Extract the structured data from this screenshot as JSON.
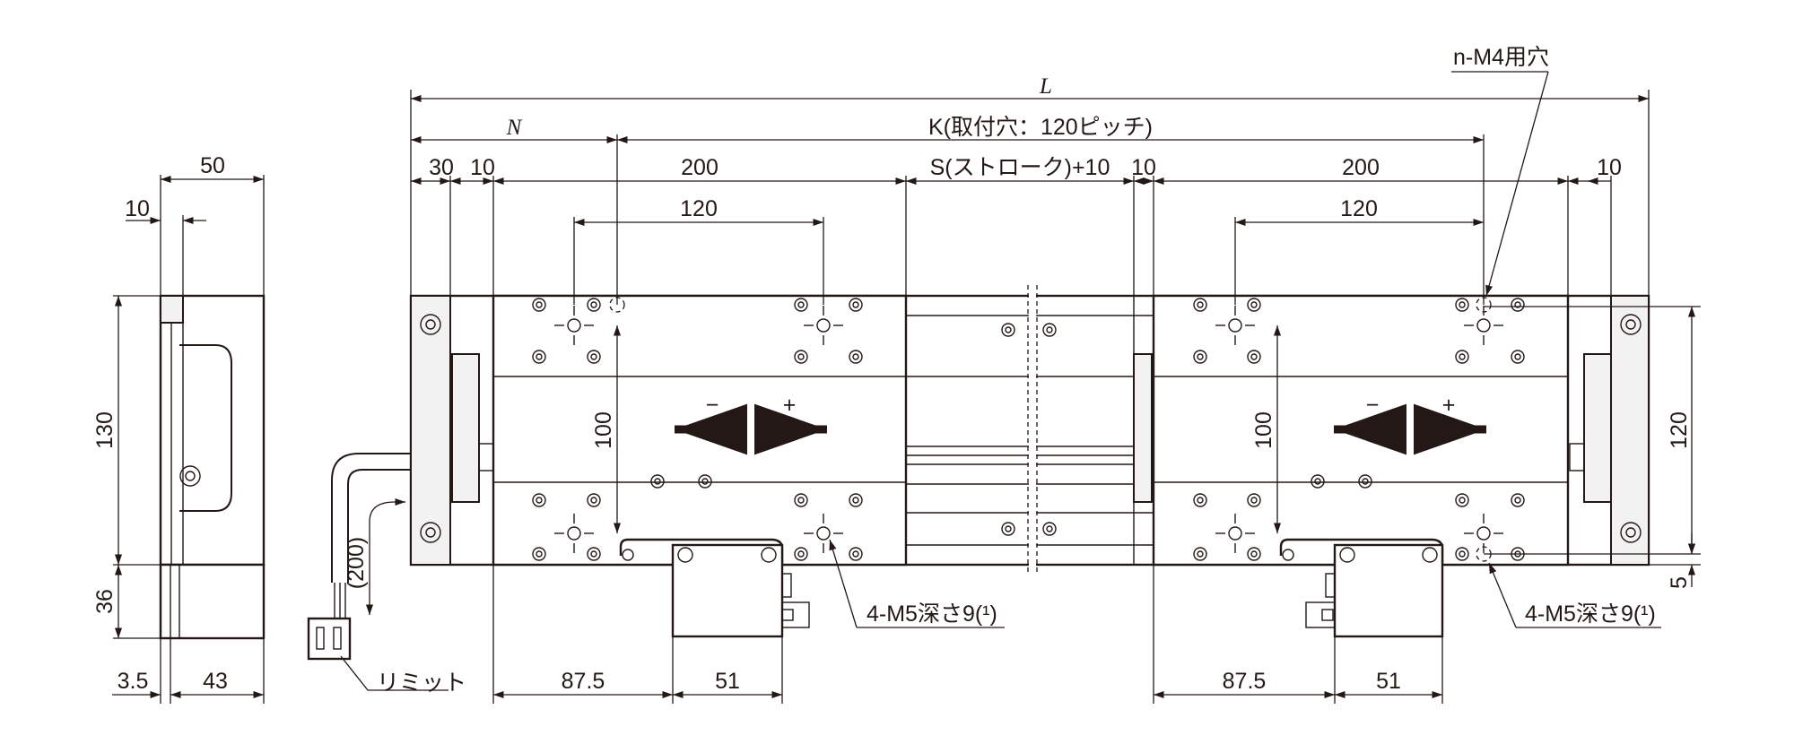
{
  "dims": {
    "L": "L",
    "N": "N",
    "K": "K(取付穴：120ピッチ)",
    "S": "S(ストローク)+10",
    "d30": "30",
    "d10a": "10",
    "d200a": "200",
    "d10b": "10",
    "d200b": "200",
    "d10c": "10",
    "d120a": "120",
    "d120b": "120",
    "d100a": "100",
    "d100b": "100",
    "d120r": "120",
    "d5": "5",
    "d87a": "87.5",
    "d51a": "51",
    "d87b": "87.5",
    "d51b": "51",
    "s50": "50",
    "s10": "10",
    "s130": "130",
    "s36": "36",
    "s35": "3.5",
    "s43": "43",
    "cable": "(200)"
  },
  "labels": {
    "nm4": "n-M4用穴",
    "m5a": "4-M5深さ9(¹)",
    "m5b": "4-M5深さ9(¹)",
    "limit": "リミット",
    "minus": "−",
    "plus": "+"
  },
  "colors": {
    "line": "#231815",
    "fill": "#f2f2f2"
  }
}
